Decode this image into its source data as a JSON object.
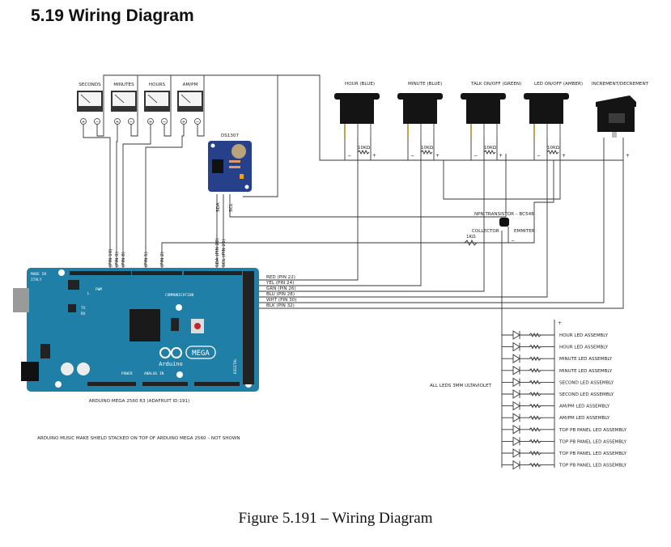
{
  "page_title": "5.19 Wiring Diagram",
  "caption": "Figure 5.191 – Wiring Diagram",
  "meters": [
    {
      "label": "SECONDS"
    },
    {
      "label": "MINUTES"
    },
    {
      "label": "HOURS"
    },
    {
      "label": "AM/PM"
    }
  ],
  "meter_terminals": {
    "plus": "+",
    "minus": "−"
  },
  "switches": [
    {
      "label": "HOUR (BLUE)",
      "resistor": "10KΩ"
    },
    {
      "label": "MINUTE (BLUE)",
      "resistor": "10KΩ"
    },
    {
      "label": "TALK ON/OFF (GREEN)",
      "resistor": "10KΩ"
    },
    {
      "label": "LED ON/OFF (AMBER)",
      "resistor": "10KΩ"
    }
  ],
  "rocker": {
    "label": "INCREMENT/DECREMENT"
  },
  "polarity": {
    "minus": "−",
    "plus": "+"
  },
  "rtc": {
    "label": "DS1307",
    "pins": [
      "SDA",
      "SCL"
    ]
  },
  "arduino": {
    "label": "ARDUINO MEGA 2560 R3 (ADAFRUIT ID:191)",
    "made_in_1": "MADE IN",
    "made_in_2": "ITALY",
    "brand": "Arduino",
    "model": "MEGA",
    "section_communication": "COMMUNICATION",
    "section_power": "POWER",
    "section_analog": "ANALOG IN",
    "section_digital": "DIGITAL",
    "pwm": "PWM",
    "tx": "TX",
    "rx": "RX",
    "l": "L",
    "top_pin_labels": [
      "(PIN 10)",
      "(PIN 9)",
      "(PIN 8)",
      "(PIN 5)",
      "(PIN 2)",
      "SDA (PIN 20)",
      "SCL (PIN 21)"
    ],
    "side_pin_labels": [
      "RED (PIN 22)",
      "YEL (PIN 24)",
      "GRN (PIN 26)",
      "BLU (PIN 28)",
      "WHT (PIN 30)",
      "BLK (PIN 32)"
    ]
  },
  "shield_note": "ARDUINO MUSIC MAKE SHIELD STACKED ON TOP OF ARDUINO MEGA 2560 – NOT SHOWN",
  "transistor": {
    "label": "NPN TRANSISTOR – BC548",
    "collector": "COLLECTOR",
    "emitter": "EMMITER",
    "resistor": "1KΩ",
    "emitter_sign": "−"
  },
  "led_bank": {
    "note": "ALL LEDS 3MM ULTAVIOLET",
    "plus": "+",
    "items": [
      "HOUR LED ASSEMBLY",
      "HOUR LED ASSEMBLY",
      "MINUTE LED ASSEMBLY",
      "MINUTE LED ASSEMBLY",
      "SECOND LED ASSEMBLY",
      "SECOND LED ASSEMBLY",
      "AM/PM LED ASSEMBLY",
      "AM/PM LED ASSEMBLY",
      "TOP PB PANEL LED ASSEMBLY",
      "TOP PB PANEL LED ASSEMBLY",
      "TOP PB PANEL LED ASSEMBLY",
      "TOP PB PANEL LED ASSEMBLY"
    ]
  },
  "colors": {
    "board": "#1f7fa6",
    "board_edge": "#176a8c",
    "switch_body": "#141414",
    "wire": "#333333",
    "rtc_board": "#26408a"
  }
}
